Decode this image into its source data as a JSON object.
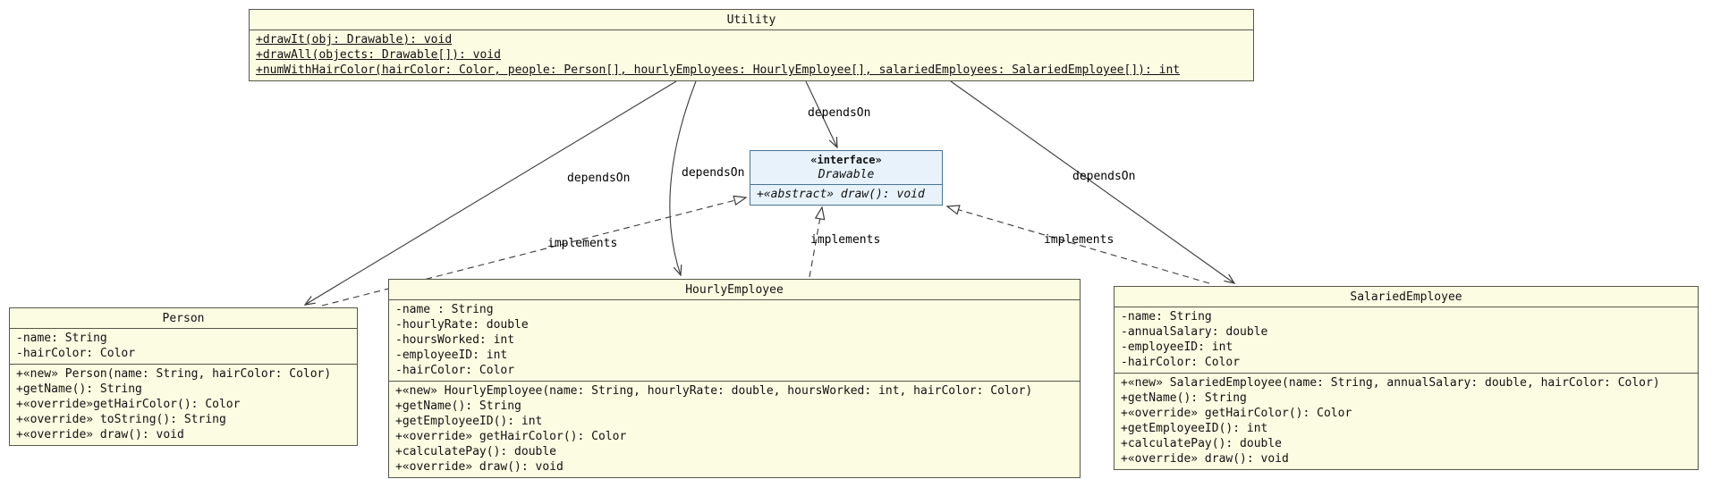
{
  "diagram": {
    "type": "uml-class-diagram",
    "palette": {
      "class_fill": "#fcfce3",
      "class_border": "#565748",
      "interface_fill": "#e7f2fb",
      "interface_border": "#4a7595",
      "line_color": "#3a3a3a",
      "text_color": "#111111",
      "background": "#ffffff"
    },
    "classes": {
      "utility": {
        "title": "Utility",
        "methods": [
          "+drawIt(obj: Drawable): void",
          "+drawAll(objects: Drawable[]): void",
          "+numWithHairColor(hairColor: Color, people: Person[], hourlyEmployees: HourlyEmployee[], salariedEmployees: SalariedEmployee[]): int"
        ]
      },
      "drawable": {
        "stereotype": "«interface»",
        "title": "Drawable",
        "methods": [
          "+«abstract» draw(): void"
        ]
      },
      "person": {
        "title": "Person",
        "attributes": [
          "-name: String",
          "-hairColor: Color"
        ],
        "methods": [
          "+«new» Person(name: String, hairColor: Color)",
          "+getName(): String",
          "+«override»getHairColor(): Color",
          "+«override» toString(): String",
          "+«override» draw(): void"
        ]
      },
      "hourlyEmployee": {
        "title": "HourlyEmployee",
        "attributes": [
          "-name : String",
          "-hourlyRate: double",
          "-hoursWorked: int",
          "-employeeID: int",
          "-hairColor: Color"
        ],
        "methods": [
          "+«new» HourlyEmployee(name: String, hourlyRate: double, hoursWorked: int, hairColor: Color)",
          "+getName(): String",
          "+getEmployeeID(): int",
          "+«override» getHairColor(): Color",
          "+calculatePay(): double",
          "+«override» draw(): void"
        ]
      },
      "salariedEmployee": {
        "title": "SalariedEmployee",
        "attributes": [
          "-name: String",
          "-annualSalary: double",
          "-employeeID: int",
          "-hairColor: Color"
        ],
        "methods": [
          "+«new» SalariedEmployee(name: String, annualSalary: double, hairColor: Color)",
          "+getName(): String",
          "+«override» getHairColor(): Color",
          "+getEmployeeID(): int",
          "+calculatePay(): double",
          "+«override» draw(): void"
        ]
      }
    },
    "relationships": [
      {
        "from": "Utility",
        "to": "Person",
        "type": "dependency",
        "label": "dependsOn"
      },
      {
        "from": "Utility",
        "to": "HourlyEmployee",
        "type": "dependency",
        "label": "dependsOn"
      },
      {
        "from": "Utility",
        "to": "Drawable",
        "type": "dependency",
        "label": "dependsOn"
      },
      {
        "from": "Utility",
        "to": "SalariedEmployee",
        "type": "dependency",
        "label": "dependsOn"
      },
      {
        "from": "Person",
        "to": "Drawable",
        "type": "realization",
        "label": "implements"
      },
      {
        "from": "HourlyEmployee",
        "to": "Drawable",
        "type": "realization",
        "label": "implements"
      },
      {
        "from": "SalariedEmployee",
        "to": "Drawable",
        "type": "realization",
        "label": "implements"
      }
    ]
  }
}
